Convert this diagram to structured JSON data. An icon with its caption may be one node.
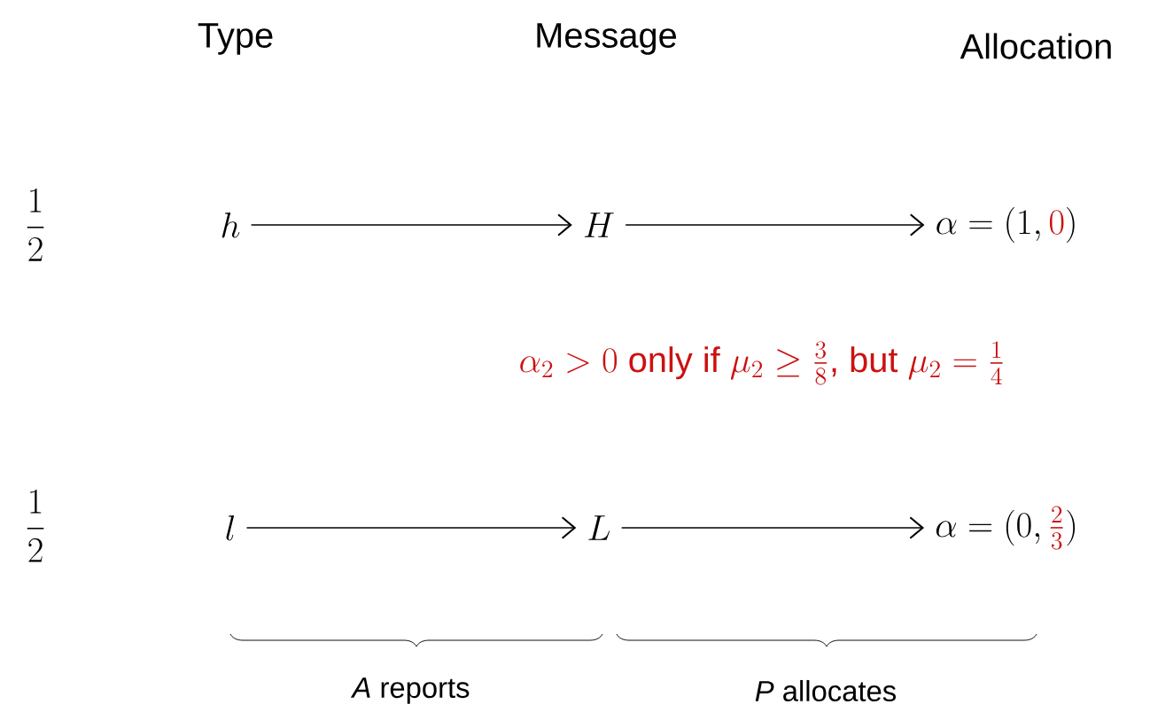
{
  "diagram": {
    "nodes": [
      {
        "text": [
          "h"
        ]
      },
      {
        "text": [
          "H"
        ]
      },
      {
        "text": [
          "\\alpha=(1,\\textcolor{red}{0})"
        ]
      },
      {
        "text": [
          "l"
        ]
      },
      {
        "text": [
          "L"
        ]
      },
      {
        "text": [
          "\\alpha=(0,\\textcolor{red}{\\frac{2}{3}})"
        ]
      }
    ],
    "edges": [
      {
        "from": 0,
        "to": 1,
        "arrow": "to"
      },
      {
        "from": 1,
        "to": 2,
        "arrow": "to"
      },
      {
        "from": 3,
        "to": 4,
        "arrow": "to"
      },
      {
        "from": 4,
        "to": 5,
        "arrow": "to"
      }
    ],
    "labels": [
      "Type",
      "Message",
      "Allocation",
      "\\frac{1}{2}",
      "\\color{red}\\alpha_2>0\\text{ only if }\\mu_2\\geq\\frac{3}{8}\\text{, but }\\mu_2=\\frac{1}{4}",
      "\\frac{1}{2}",
      "*A* reports",
      "*P* allocates"
    ]
  }
}
